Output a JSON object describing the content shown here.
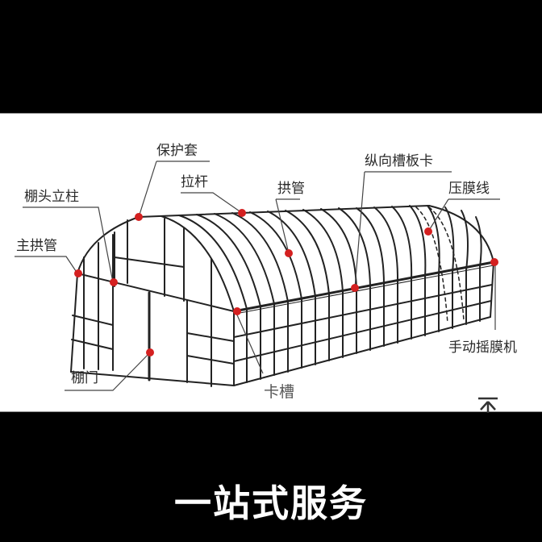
{
  "diagram": {
    "subject": "arched greenhouse structure",
    "labels": {
      "protective_sleeve": "保护套",
      "tie_rod": "拉杆",
      "end_column": "棚头立柱",
      "main_arch_pipe": "主拱管",
      "arch_pipe": "拱管",
      "longitudinal_clip": "纵向槽板卡",
      "film_press_line": "压膜线",
      "manual_film_roller": "手动摇膜机",
      "door": "棚门",
      "clip_groove": "卡槽"
    },
    "marker_color": "#d42020",
    "line_color": "#222222"
  },
  "caption": {
    "text": "一站式服务"
  },
  "overlay": {
    "scroll_top_icon": "scroll-to-top-icon"
  }
}
